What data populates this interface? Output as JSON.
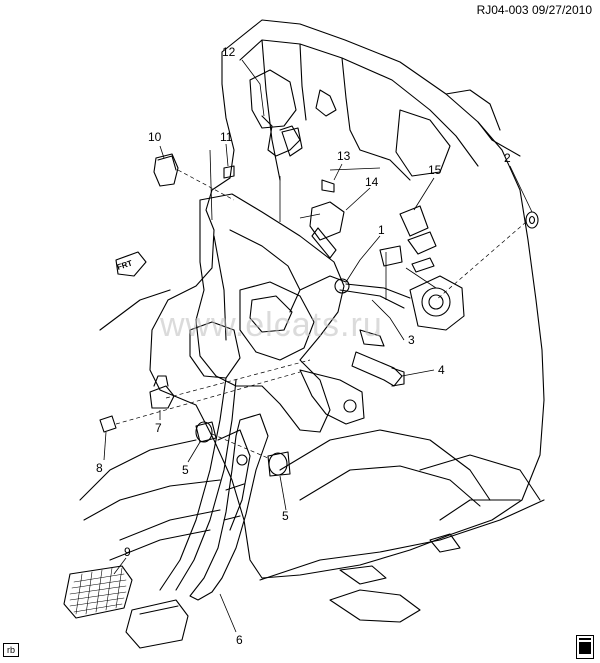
{
  "header": {
    "code": "RJ04-003",
    "date": "09/27/2010"
  },
  "watermark": "www.elcats.ru",
  "corner_tag": "rb",
  "front_marker": "FRT",
  "logo": "publisher-logo-icon",
  "callouts": [
    "1",
    "2",
    "3",
    "4",
    "5",
    "5",
    "6",
    "7",
    "8",
    "9",
    "10",
    "11",
    "12",
    "13",
    "14",
    "15"
  ]
}
